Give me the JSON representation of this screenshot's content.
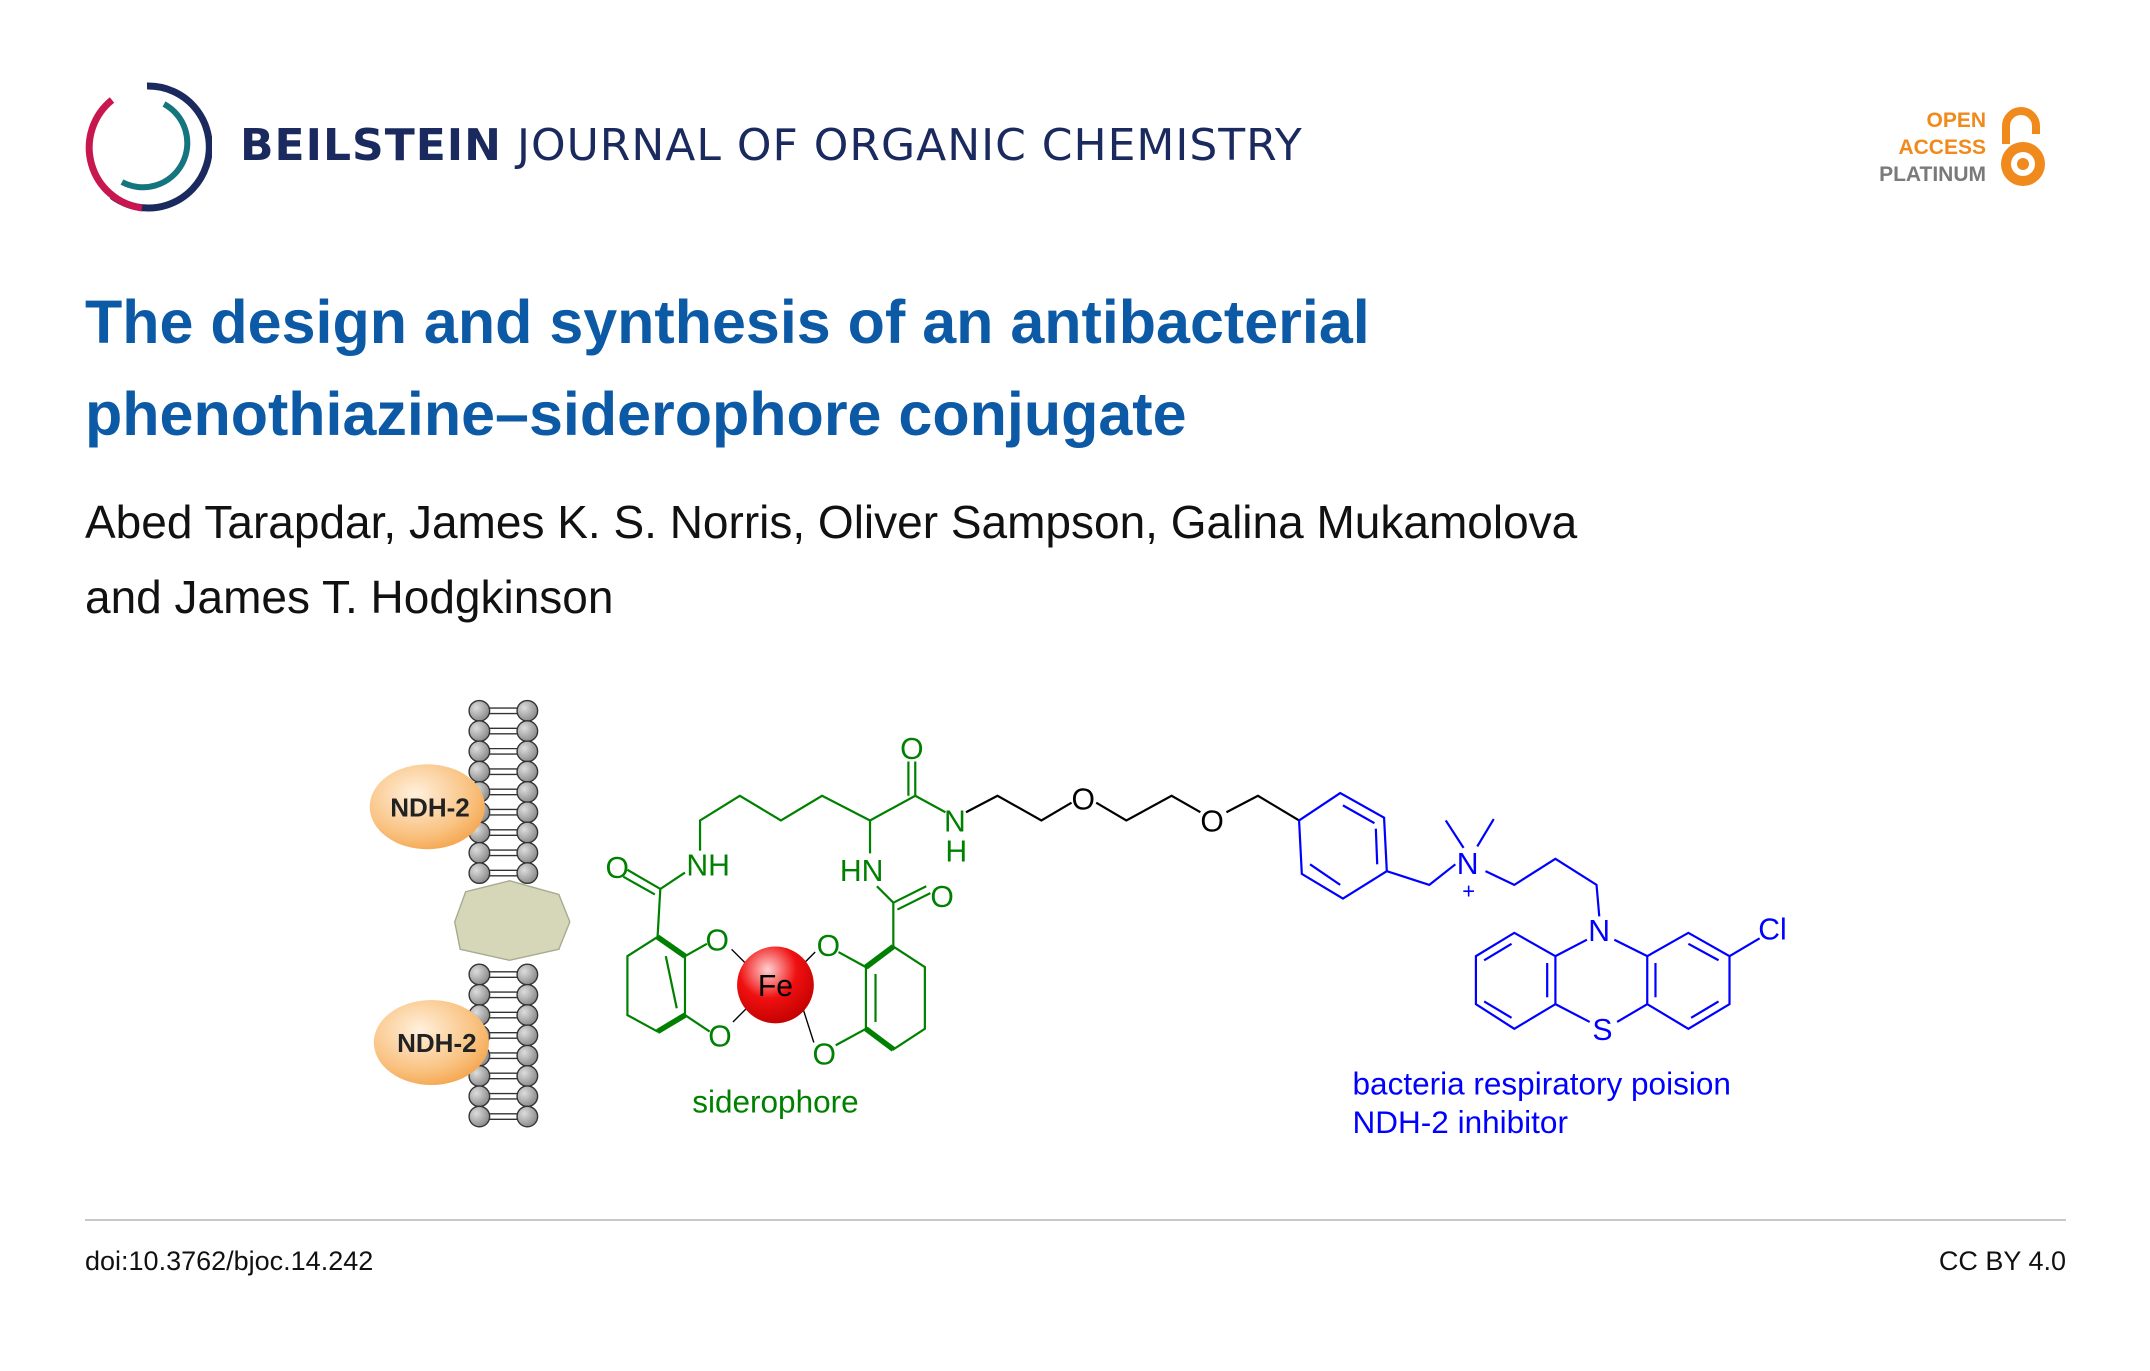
{
  "header": {
    "journal_bold": "BEILSTEIN",
    "journal_rest": "JOURNAL OF ORGANIC CHEMISTRY",
    "badge": {
      "line1": "OPEN",
      "line2": "ACCESS",
      "line3": "PLATINUM"
    }
  },
  "article": {
    "title_line1": "The design and synthesis of an antibacterial",
    "title_line2": "phenothiazine–siderophore conjugate",
    "authors_line1": "Abed Tarapdar, James K. S. Norris, Oliver Sampson, Galina Mukamolova",
    "authors_line2": "and James T. Hodgkinson"
  },
  "figure": {
    "protein_label_top": "NDH-2",
    "protein_label_bottom": "NDH-2",
    "metal": "Fe",
    "siderophore_label": "siderophore",
    "inhibitor_label_line1": "bacteria respiratory poision",
    "inhibitor_label_line2": "NDH-2 inhibitor",
    "atoms": {
      "O": "O",
      "NH": "NH",
      "HN": "HN",
      "N": "N",
      "H": "H",
      "S": "S",
      "Cl": "Cl",
      "plus": "+"
    }
  },
  "footer": {
    "doi": "doi:10.3762/bjoc.14.242",
    "license": "CC BY 4.0"
  },
  "colors": {
    "title": "#0c5aa5",
    "navy": "#1b2a5e",
    "orange": "#f18a1c",
    "green": "#008000",
    "blue": "#0000ff",
    "red": "#e00000"
  }
}
